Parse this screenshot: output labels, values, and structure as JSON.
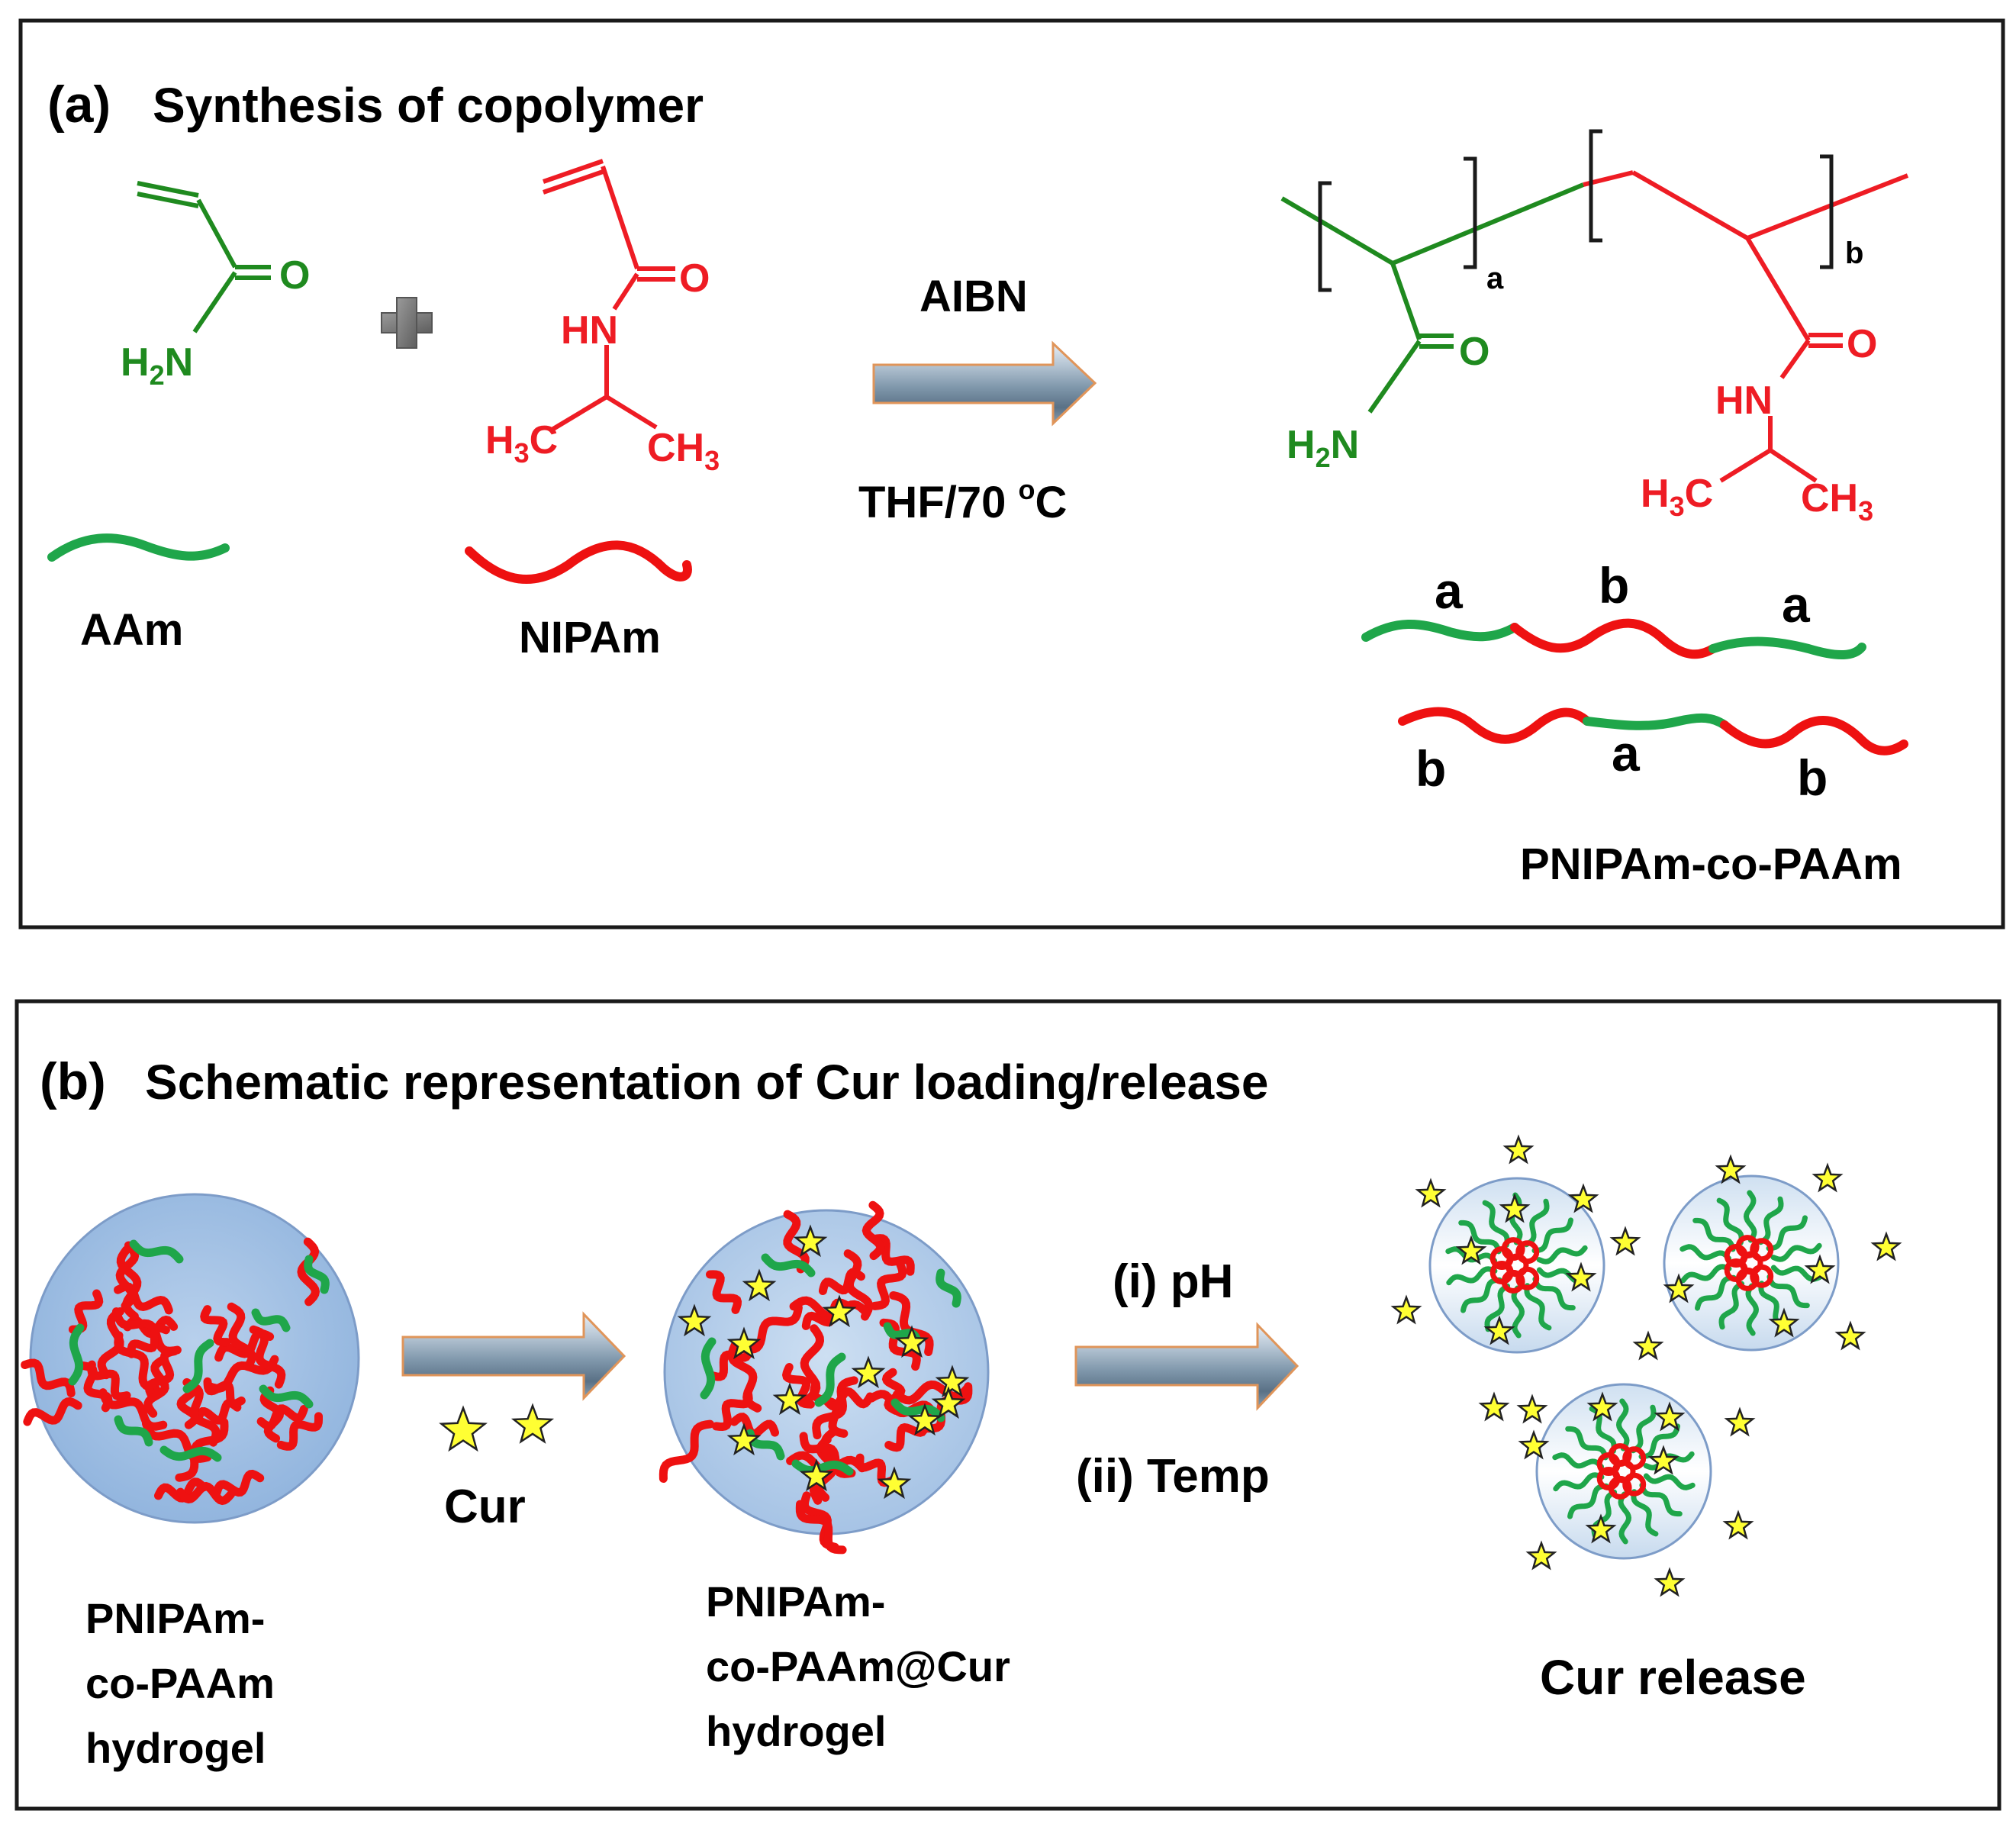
{
  "panel_a": {
    "label": "(a)",
    "title": "Synthesis of copolymer",
    "aam": {
      "oxygen": "O",
      "amine_h": "H",
      "amine_sub": "2",
      "amine_n": "N",
      "name": "AAm"
    },
    "nipam": {
      "oxygen": "O",
      "hn": "HN",
      "h3c_h": "H",
      "h3c_sub": "3",
      "h3c_c": "C",
      "ch3_c": "CH",
      "ch3_sub": "3",
      "name": "NIPAm"
    },
    "reaction": {
      "reagent": "AIBN",
      "conditions_main": "THF/70 ",
      "conditions_sup": "o",
      "conditions_unit": "C"
    },
    "product": {
      "sub_a": "a",
      "sub_b": "b",
      "oxygen": "O",
      "amine_h": "H",
      "amine_sub": "2",
      "amine_n": "N",
      "oxygen_2": "O",
      "hn": "HN",
      "h3c_h": "H",
      "h3c_sub": "3",
      "h3c_c": "C",
      "ch3_c": "CH",
      "ch3_sub": "3",
      "chain1_labels": [
        "a",
        "b",
        "a"
      ],
      "chain2_labels": [
        "b",
        "a",
        "b"
      ],
      "name": "PNIPAm-co-PAAm"
    }
  },
  "panel_b": {
    "label": "(b)",
    "title": "Schematic representation of Cur loading/release",
    "hydrogel_label": [
      "PNIPAm-",
      "co-PAAm",
      "hydrogel"
    ],
    "cur_label": "Cur",
    "loaded_label": [
      "PNIPAm-",
      "co-PAAm@Cur",
      "hydrogel"
    ],
    "stimuli": [
      "(i) pH",
      "(ii) Temp"
    ],
    "release_label": "Cur release"
  },
  "colors": {
    "aam_green": "#1f8a1f",
    "nipam_red": "#ee1c24",
    "chain_green": "#1fa64a",
    "chain_red": "#ee1111",
    "star_fill": "#ffff33",
    "arrow_steel": "#8aa0b2",
    "frame": "#1a1a1a"
  }
}
